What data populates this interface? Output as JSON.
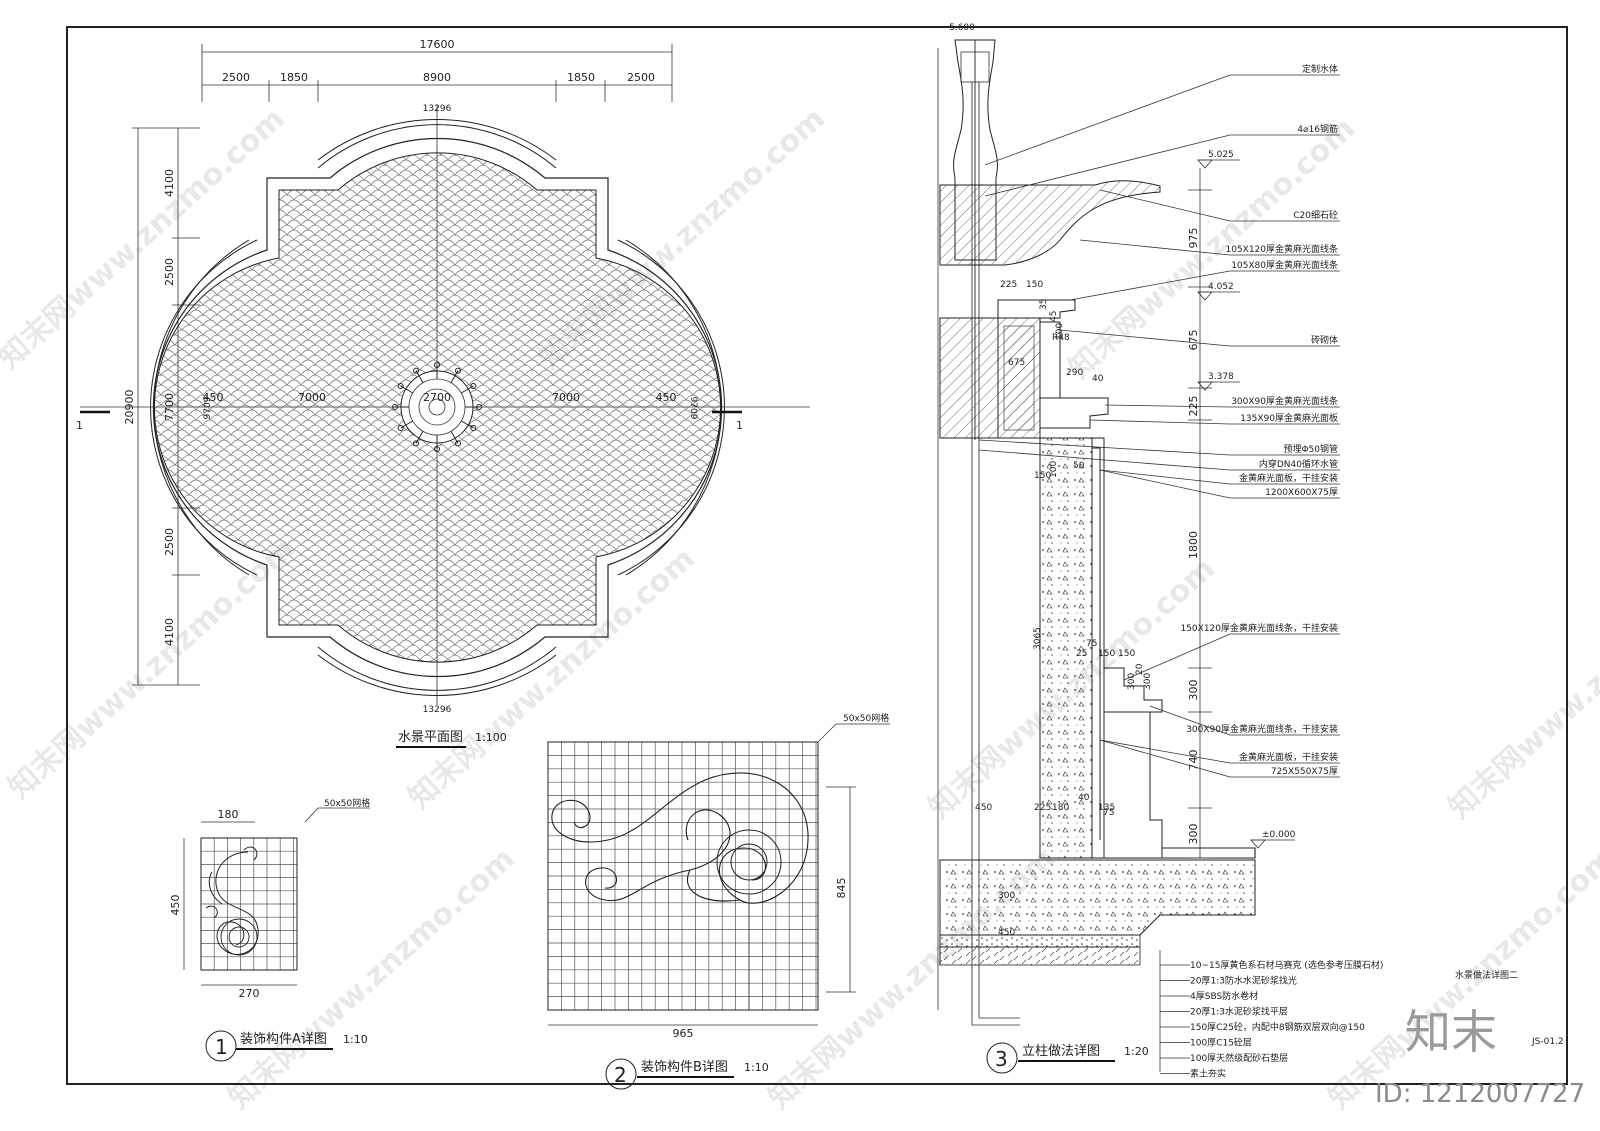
{
  "plan": {
    "dims_top_total": "17600",
    "dims_top": [
      "2500",
      "1850",
      "8900",
      "1850",
      "2500"
    ],
    "dims_left_total": "20900",
    "dims_left": [
      "4100",
      "2500",
      "7700",
      "2500",
      "4100"
    ],
    "arc_top": "13296",
    "arc_bottom": "13296",
    "inner_left": "450",
    "inner_mid_left": "7000",
    "center_label": "2700",
    "inner_mid_right": "7000",
    "inner_right": "450",
    "side_left": "9709",
    "side_right": "9709",
    "section_mark_left": "1",
    "section_mark_right": "1",
    "title": "水景平面图",
    "scale": "1:100"
  },
  "detail_a": {
    "grid_label": "50x50网格",
    "dim_top": "180",
    "dim_left": "450",
    "dim_bottom": "270",
    "number": "1",
    "title": "装饰构件A详图",
    "scale": "1:10"
  },
  "detail_b": {
    "grid_label": "50x50网格",
    "dim_right": "845",
    "dim_bottom": "965",
    "number": "2",
    "title": "装饰构件B详图",
    "scale": "1:10"
  },
  "section": {
    "top_elev": "5.600",
    "dims_right": [
      "975",
      "675",
      "225",
      "1800",
      "300",
      "740",
      "300"
    ],
    "small_dims": [
      "225",
      "150",
      "35",
      "45",
      "100",
      "R48",
      "290",
      "40",
      "675",
      "150",
      "100",
      "50",
      "75",
      "25",
      "150",
      "150",
      "300",
      "20",
      "300",
      "450",
      "225",
      "180",
      "40",
      "135",
      "75",
      "3065",
      "300",
      "450"
    ],
    "elevations": [
      "5.025",
      "4.052",
      "3.378",
      "±0.000"
    ],
    "callouts": [
      "定制水体",
      "4⌀16钢筋",
      "C20细石砼",
      "105X120厚金黄麻光面线条",
      "105X80厚金黄麻光面线条",
      "砖砌体",
      "300X90厚金黄麻光面线条",
      "135X90厚金黄麻光面板",
      "预埋Φ50钢管",
      "内穿DN40循环水管",
      "金黄麻光面板，干挂安装",
      "1200X600X75厚",
      "150X120厚金黄麻光面线条，干挂安装",
      "300X90厚金黄麻光面线条，干挂安装",
      "金黄麻光面板，干挂安装",
      "725X550X75厚"
    ],
    "layers": [
      "10~15厚黄色系石材马赛克 (选色参考压膜石材)",
      "20厚1:3防水水泥砂浆找光",
      "4厚SBS防水卷材",
      "20厚1:3水泥砂浆找平层",
      "150厚C25砼，内配中8钢筋双层双向@150",
      "100厚C15砼层",
      "100厚天然级配砂石垫层",
      "素土夯实"
    ],
    "number": "3",
    "title": "立柱做法详图",
    "scale": "1:20"
  },
  "sheet": {
    "sheet_title": "水景做法详图二",
    "sheet_no": "JS-01.2",
    "logo": "知末",
    "id_label": "ID: 1212007727"
  },
  "watermark": "知末网www.znzmo.com"
}
